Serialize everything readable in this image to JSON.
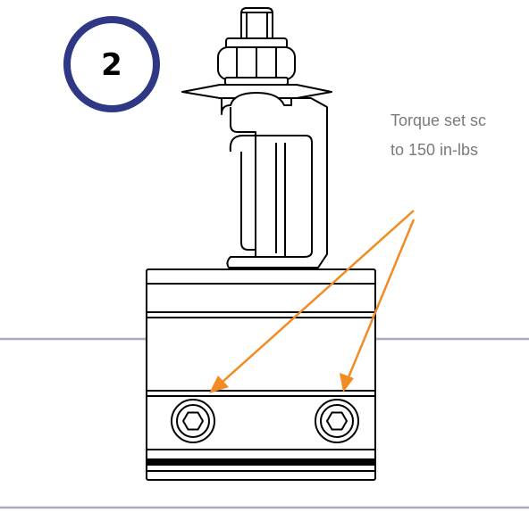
{
  "step": {
    "number": "2"
  },
  "callout": {
    "line1": "Torque set sc",
    "line2": "to 150 in-lbs"
  },
  "colors": {
    "step_circle": "#2e3884",
    "arrow": "#f28b24",
    "callout_text": "#7a7a7a",
    "rail_lines": "#a9a9c6",
    "drawing_stroke": "#000000"
  },
  "icons": {
    "set_screw_left": "hex-socket-screw-icon",
    "set_screw_right": "hex-socket-screw-icon"
  }
}
